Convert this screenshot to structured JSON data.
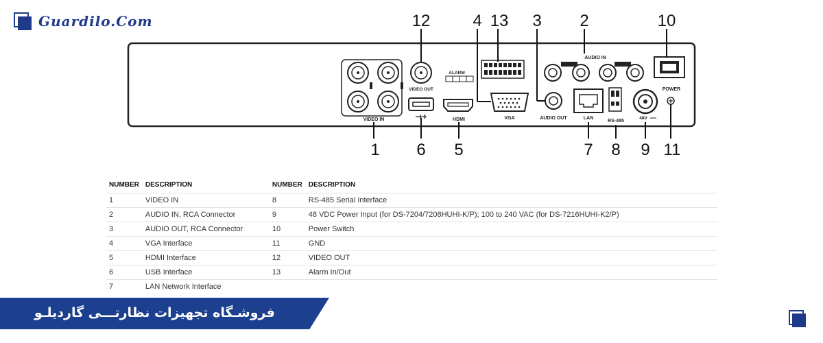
{
  "brand": {
    "name": "Guardilo.Com"
  },
  "panel": {
    "labels": {
      "video_in": "VIDEO IN",
      "video_out": "VIDEO OUT",
      "alarm": "ALARM",
      "vga": "VGA",
      "audio_out": "AUDIO OUT",
      "audio_in": "AUDIO IN",
      "lan": "LAN",
      "rs485": "RS-485",
      "power": "POWER",
      "voltage": "48V",
      "hdmi": "HDMI"
    },
    "callouts": [
      "1",
      "2",
      "3",
      "4",
      "5",
      "6",
      "7",
      "8",
      "9",
      "10",
      "11",
      "12",
      "13"
    ]
  },
  "table": {
    "headers": [
      "NUMBER",
      "DESCRIPTION",
      "NUMBER",
      "DESCRIPTION"
    ],
    "rows": [
      [
        "1",
        "VIDEO IN",
        "8",
        "RS-485 Serial Interface"
      ],
      [
        "2",
        "AUDIO IN, RCA Connector",
        "9",
        "48 VDC Power Input (for DS-7204/7208HUHI-K/P); 100 to 240 VAC (for DS-7216HUHI-K2/P)"
      ],
      [
        "3",
        "AUDIO OUT, RCA Connector",
        "10",
        "Power Switch"
      ],
      [
        "4",
        "VGA Interface",
        "11",
        "GND"
      ],
      [
        "5",
        "HDMI Interface",
        "12",
        "VIDEO OUT"
      ],
      [
        "6",
        "USB Interface",
        "13",
        "Alarm In/Out"
      ],
      [
        "7",
        "LAN Network Interface",
        "",
        ""
      ]
    ]
  },
  "footer": {
    "text": "فروشـگاه تجهیزات نظارتـــی گاردیلـو"
  }
}
